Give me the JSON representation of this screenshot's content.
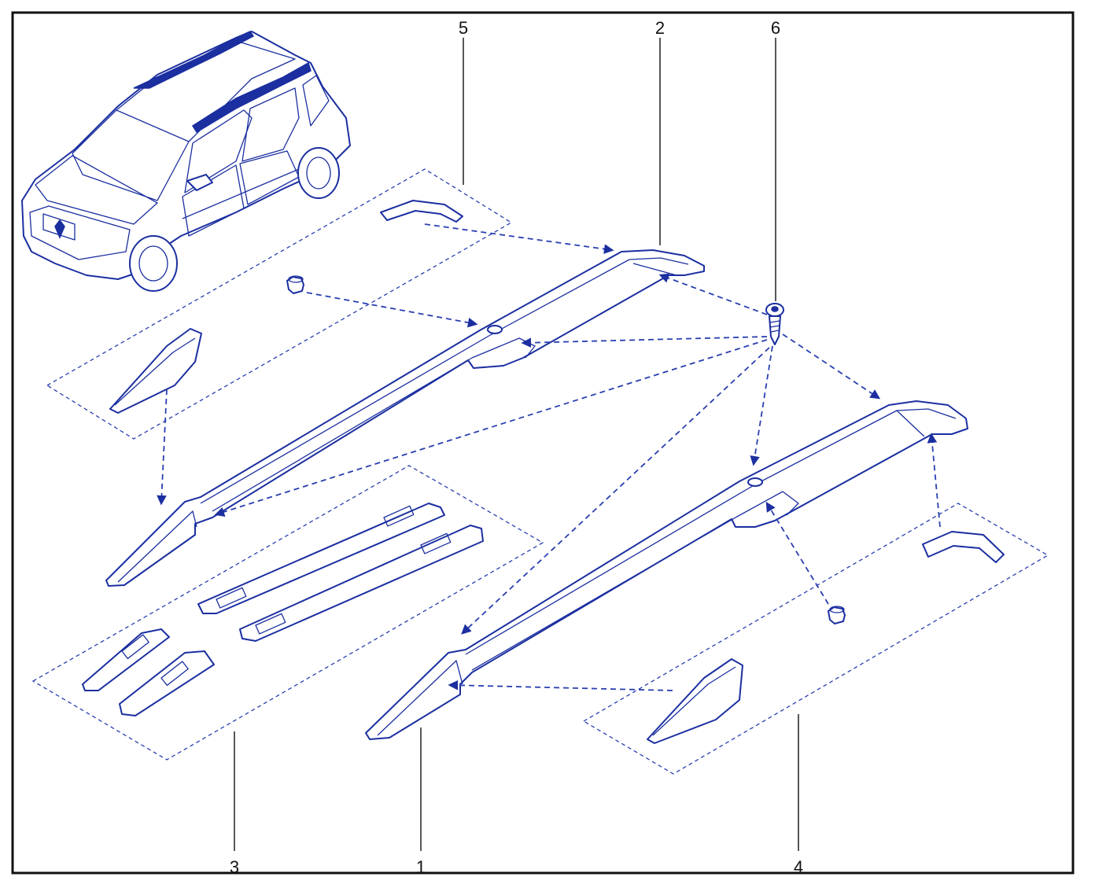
{
  "callouts": {
    "c1": "1",
    "c2": "2",
    "c3": "3",
    "c4": "4",
    "c5": "5",
    "c6": "6"
  },
  "colors": {
    "line_art": "#1b2fa0",
    "frame": "#111111",
    "background": "#ffffff"
  }
}
